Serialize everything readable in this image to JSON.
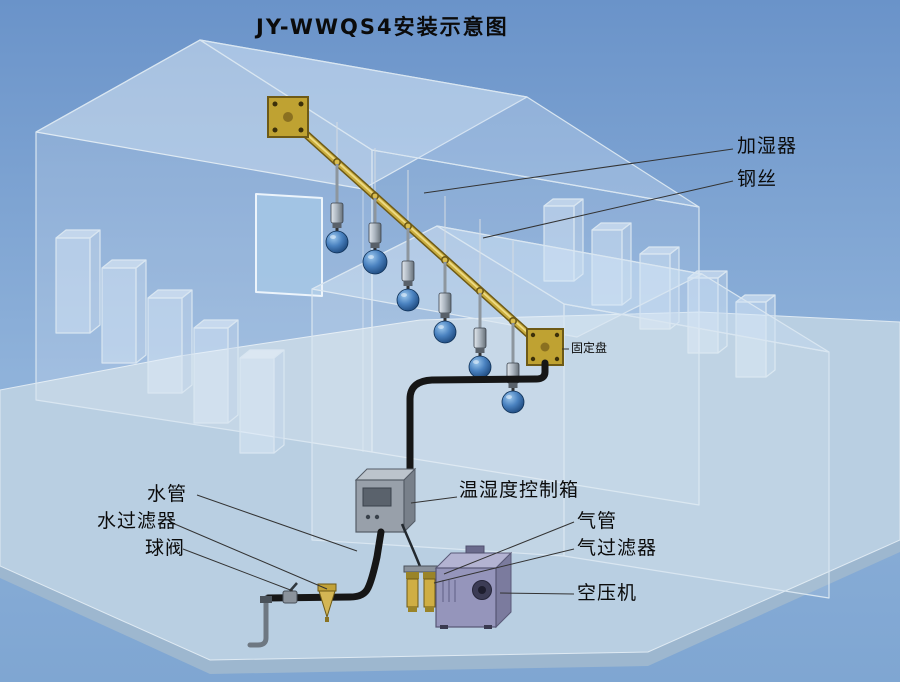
{
  "title": "JY-WWQS4安装示意图",
  "labels": {
    "humidifier": "加湿器",
    "steel_wire": "钢丝",
    "fixing_plate": "固定盘",
    "control_box": "温湿度控制箱",
    "water_pipe": "水管",
    "water_filter": "水过滤器",
    "ball_valve": "球阀",
    "air_pipe": "气管",
    "air_filter": "气过滤器",
    "air_compressor": "空压机"
  },
  "diagram": {
    "humidifier_nozzle_count": 6
  },
  "colors": {
    "sky_top": "#6a93c9",
    "sky_bottom": "#7fa6d2",
    "ground": "#b9cfe2",
    "ground_edge": "#9db7cf",
    "building_line": "#d9e6f1",
    "pipe_gold": "#c9ad3e",
    "brass_plate": "#bfa232",
    "nozzle_blue": "#2c64a8",
    "black_pipe": "#161616",
    "control_box_gray": "#98a0aa",
    "compressor_purple": "#9595bb",
    "label_text": "#0b0b0b"
  }
}
